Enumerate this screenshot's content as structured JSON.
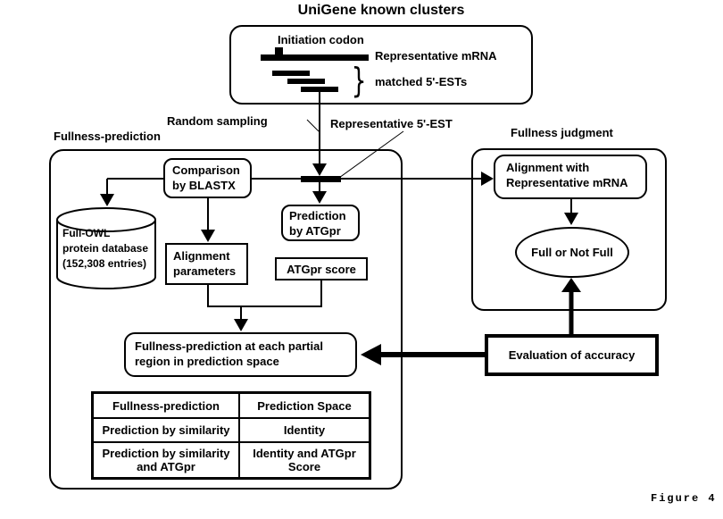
{
  "figure": {
    "title": "UniGene known clusters",
    "caption": "Figure 4"
  },
  "top_box": {
    "initiation_codon_label": "Initiation codon",
    "representative_mrna_label": "Representative mRNA",
    "matched_ests_label": "matched 5'-ESTs",
    "brace_glyph": "}"
  },
  "labels": {
    "random_sampling": "Random sampling",
    "representative_est": "Representative 5'-EST",
    "fullness_prediction": "Fullness-prediction",
    "fullness_judgment": "Fullness judgment"
  },
  "left_flow": {
    "comparison_blastx": "Comparison by BLASTX",
    "database": "Full-OWL\nprotein database\n(152,308 entries)",
    "alignment_parameters": "Alignment parameters",
    "prediction_atgpr": "Prediction by ATGpr",
    "atgpr_score": "ATGpr score",
    "fullness_partial": "Fullness-prediction at each partial region in prediction space"
  },
  "right_flow": {
    "alignment_mrna": "Alignment with Representative mRNA",
    "full_or_not": "Full or Not Full",
    "evaluation": "Evaluation of accuracy"
  },
  "table": {
    "headers": [
      "Fullness-prediction",
      "Prediction Space"
    ],
    "rows": [
      [
        "Prediction by similarity",
        "Identity"
      ],
      [
        "Prediction by similarity and ATGpr",
        "Identity and ATGpr Score"
      ]
    ]
  },
  "colors": {
    "ink": "#000000",
    "background": "#ffffff"
  }
}
